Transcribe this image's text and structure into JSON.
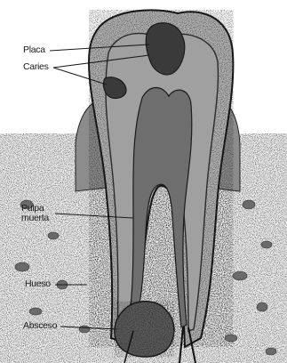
{
  "diagram": {
    "labels": {
      "placa": "Placa",
      "caries": "Caries",
      "pulpa_muerta": "Pulpa muerta",
      "hueso": "Hueso",
      "absceso": "Absceso"
    }
  }
}
